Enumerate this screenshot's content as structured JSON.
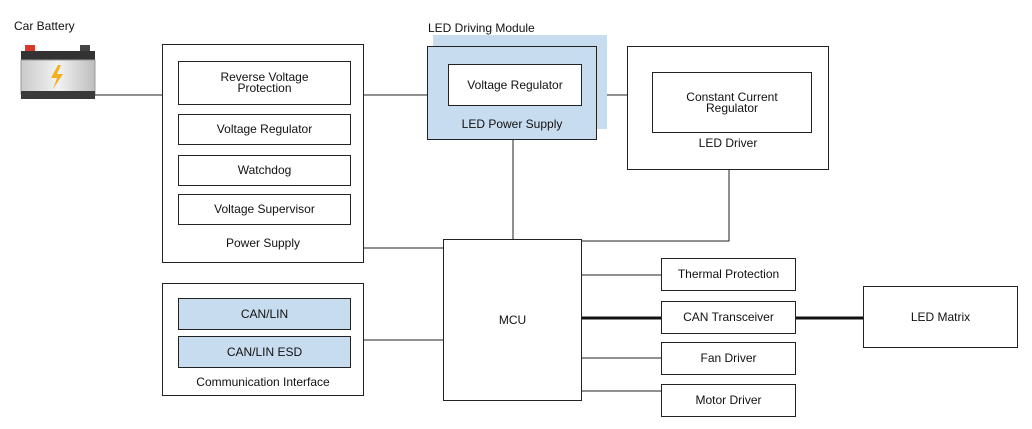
{
  "battery": {
    "label": "Car Battery"
  },
  "power_supply": {
    "label": "Power Supply",
    "blocks": [
      "Reverse Voltage Protection",
      "Voltage Regulator",
      "Watchdog",
      "Voltage Supervisor"
    ]
  },
  "led_driving_module": {
    "title": "LED Driving Module",
    "inner_label": "Voltage Regulator",
    "label": "LED Power Supply"
  },
  "led_driver": {
    "label": "LED Driver",
    "inner_label": "Constant Current Regulator"
  },
  "mcu": {
    "label": "MCU"
  },
  "peripherals": [
    "Thermal Protection",
    "CAN Transceiver",
    "Fan Driver",
    "Motor Driver"
  ],
  "led_matrix": {
    "label": "LED Matrix"
  },
  "communication": {
    "label": "Communication Interface",
    "blocks": [
      "CAN/LIN",
      "CAN/LIN ESD"
    ]
  },
  "colors": {
    "highlight": "#c8dcf0",
    "line": "#222222",
    "battery_case": "#d9d9d9",
    "battery_terminal": "#d83a2a"
  }
}
